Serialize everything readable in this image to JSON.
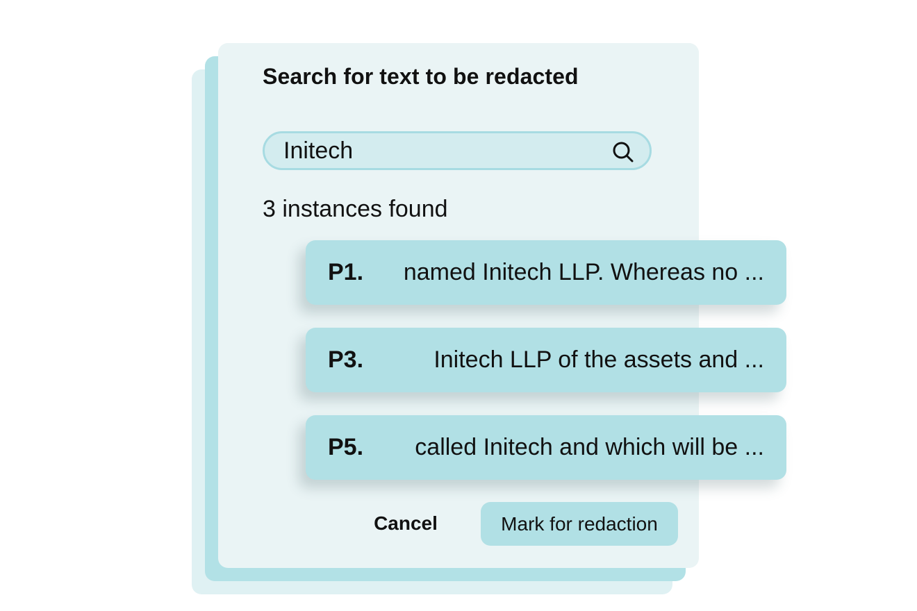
{
  "dialog": {
    "title": "Search for text to be redacted"
  },
  "search": {
    "value": "Initech",
    "icon": "search-icon"
  },
  "results": {
    "count_text": "3 instances found",
    "items": [
      {
        "page": "P1.",
        "snippet": "named Initech LLP. Whereas no ..."
      },
      {
        "page": "P3.",
        "snippet": "Initech LLP of the assets and ..."
      },
      {
        "page": "P5.",
        "snippet": "called Initech and which will be ..."
      }
    ]
  },
  "actions": {
    "cancel_label": "Cancel",
    "mark_label": "Mark for redaction"
  },
  "colors": {
    "dialog_background": "#eaf4f5",
    "accent": "#b1e0e5",
    "search_field": "#d3ecef",
    "search_border": "#a7dbe2"
  }
}
